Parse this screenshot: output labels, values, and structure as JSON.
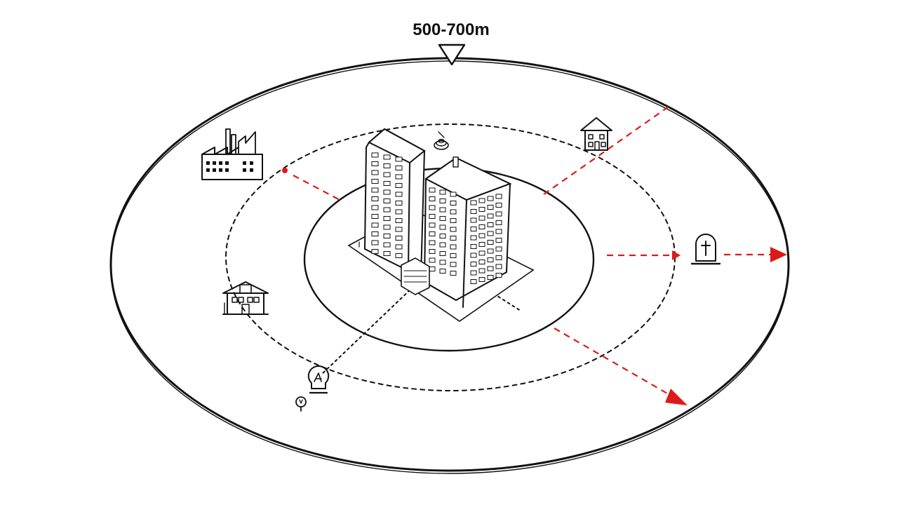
{
  "diagram": {
    "radius_label": "500-700m",
    "zones": [
      "inner-ring",
      "middle-ring-dashed",
      "outer-ring"
    ],
    "landmarks": [
      {
        "name": "factory",
        "icon": "factory-icon"
      },
      {
        "name": "house-top-right",
        "icon": "house-icon"
      },
      {
        "name": "school-left",
        "icon": "school-icon"
      },
      {
        "name": "gravestone-right",
        "icon": "gravestone-icon"
      },
      {
        "name": "lightbulb-bottom",
        "icon": "lightbulb-icon"
      }
    ],
    "colors": {
      "ink": "#111111",
      "accent_arrow": "#dd1a1a",
      "background": "#ffffff"
    }
  }
}
